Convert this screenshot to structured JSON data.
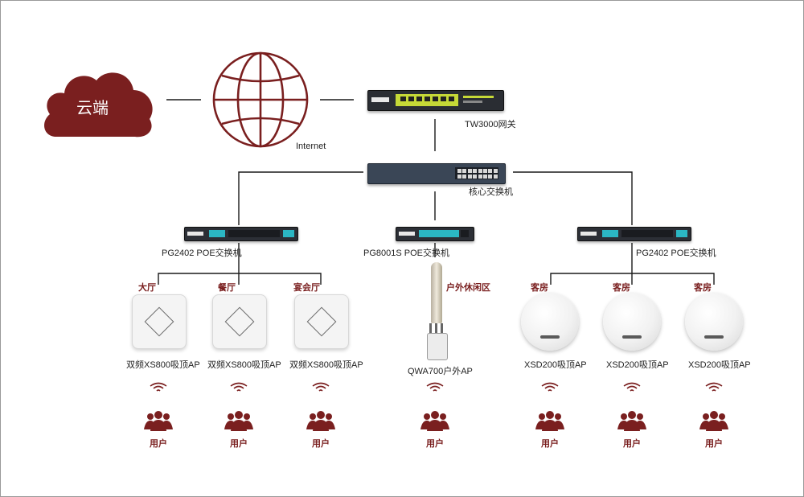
{
  "cloud": {
    "label": "云端"
  },
  "internet": {
    "label": "Internet"
  },
  "gateway": {
    "label": "TW3000网关"
  },
  "core_switch": {
    "label": "核心交换机"
  },
  "poe_left": {
    "label": "PG2402 POE交换机"
  },
  "poe_middle": {
    "label": "PG8001S POE交换机"
  },
  "poe_right": {
    "label": "PG2402 POE交换机"
  },
  "indoor_aps": [
    {
      "area": "大厅",
      "model": "双频XS800吸顶AP"
    },
    {
      "area": "餐厅",
      "model": "双频XS800吸顶AP"
    },
    {
      "area": "宴会厅",
      "model": "双频XS800吸顶AP"
    }
  ],
  "outdoor_ap": {
    "area": "户外休闲区",
    "model": "QWA700户外AP"
  },
  "room_aps": [
    {
      "area": "客房",
      "model": "XSD200吸顶AP"
    },
    {
      "area": "客房",
      "model": "XSD200吸顶AP"
    },
    {
      "area": "客房",
      "model": "XSD200吸顶AP"
    }
  ],
  "users": [
    "用户",
    "用户",
    "用户",
    "用户",
    "用户",
    "用户",
    "用户"
  ],
  "colors": {
    "accent": "#7a1f1f",
    "line": "#1a1a1a",
    "poe_teal": "#2bb7c4",
    "gateway_panel": "#c6d937"
  }
}
